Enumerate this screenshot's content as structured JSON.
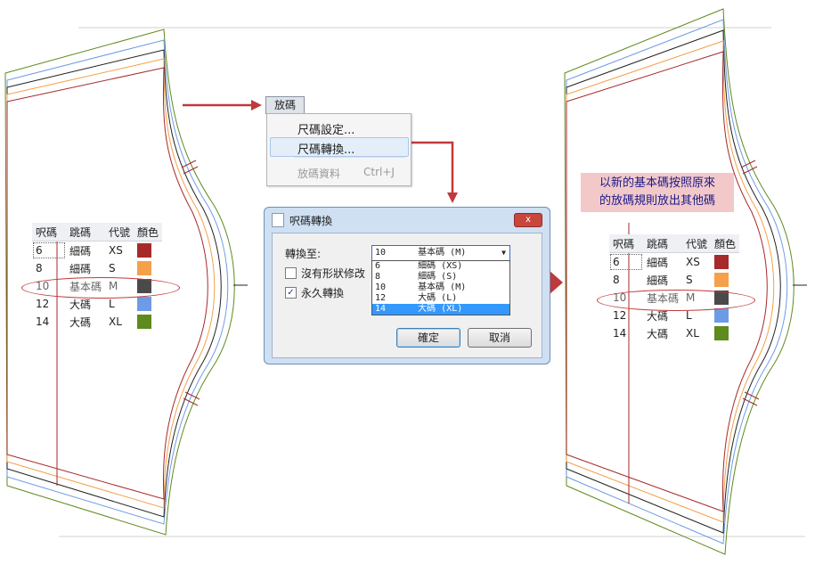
{
  "size_table": {
    "headers": [
      "呎碼",
      "跳碼",
      "代號",
      "顏色"
    ],
    "rows": [
      {
        "size": "6",
        "jump": "細碼",
        "code": "XS",
        "color": "#a72a2a"
      },
      {
        "size": "8",
        "jump": "細碼",
        "code": "S",
        "color": "#f5a04a"
      },
      {
        "size": "10",
        "jump": "基本碼",
        "code": "M",
        "color": "#4a4a4a"
      },
      {
        "size": "12",
        "jump": "大碼",
        "code": "L",
        "color": "#6e9be6"
      },
      {
        "size": "14",
        "jump": "大碼",
        "code": "XL",
        "color": "#5e8a1e"
      }
    ]
  },
  "menu": {
    "title": "放碼",
    "items": {
      "size_settings": "尺碼設定...",
      "size_convert": "尺碼轉換...",
      "grading_data": "放碼資料",
      "grading_shortcut": "Ctrl+J"
    }
  },
  "dialog": {
    "title": "呎碼轉換",
    "close_glyph": "x",
    "convert_to_label": "轉換至:",
    "convert_to_value": "10      基本碼 (M)",
    "no_shape_change_label": "沒有形狀修改",
    "permanent_convert_label": "永久轉換",
    "options": [
      "6       細碼 (XS)",
      "8       細碼 (S)",
      "10      基本碼 (M)",
      "12      大碼 (L)",
      "14      大碼 (XL)"
    ],
    "ok_label": "確定",
    "cancel_label": "取消"
  },
  "note": {
    "line1": "以新的基本碼按照原來",
    "line2": "的放碼規則放出其他碼"
  },
  "colors": {
    "arrow": "#c0393b",
    "outline_green": "#5e8a1e",
    "highlight": "#c0393b"
  }
}
